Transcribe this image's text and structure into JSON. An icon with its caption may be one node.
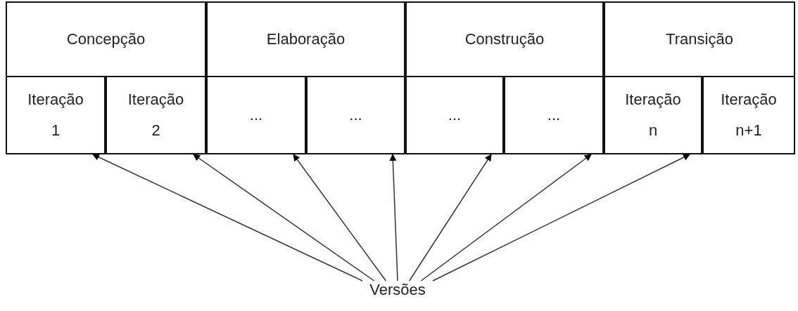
{
  "diagram": {
    "nodes": [
      {
        "text": [
          "Concepção"
        ]
      },
      {
        "text": [
          "Elaboração"
        ]
      },
      {
        "text": [
          "Construção"
        ]
      },
      {
        "text": [
          "Transição"
        ]
      },
      {
        "text": [
          "Iteração 1"
        ]
      },
      {
        "text": [
          "Iteração 2"
        ]
      },
      {
        "text": [
          "..."
        ]
      },
      {
        "text": [
          "..."
        ]
      },
      {
        "text": [
          "..."
        ]
      },
      {
        "text": [
          "..."
        ]
      },
      {
        "text": [
          "Iteração n"
        ]
      },
      {
        "text": [
          "Iteração n+1"
        ]
      },
      {
        "text": [
          "Versões"
        ]
      }
    ],
    "edges": [
      {
        "from": 12,
        "to": 4,
        "arrow": "to"
      },
      {
        "from": 12,
        "to": 5,
        "arrow": "to"
      },
      {
        "from": 12,
        "to": 6,
        "arrow": "to"
      },
      {
        "from": 12,
        "to": 7,
        "arrow": "to"
      },
      {
        "from": 12,
        "to": 8,
        "arrow": "to"
      },
      {
        "from": 12,
        "to": 9,
        "arrow": "to"
      },
      {
        "from": 12,
        "to": 10,
        "arrow": "to"
      }
    ]
  }
}
